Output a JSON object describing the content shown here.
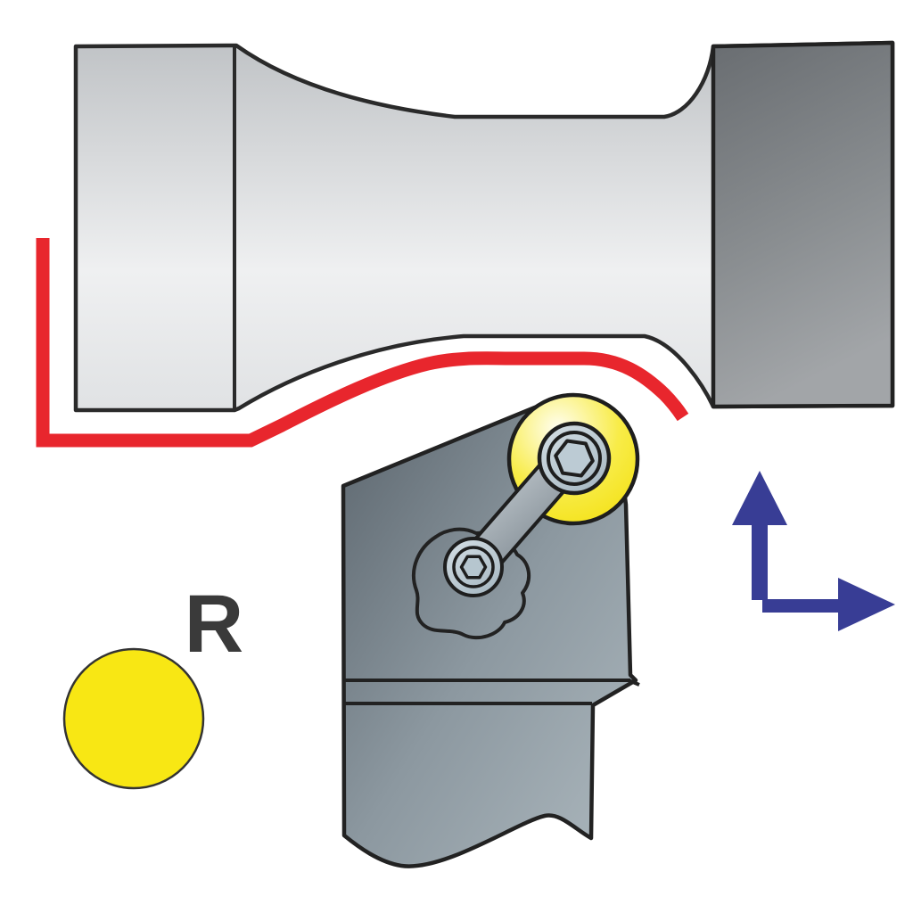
{
  "legend": {
    "label": "R"
  },
  "icons": {
    "feed_up": "up-arrow-icon",
    "feed_right": "right-arrow-icon",
    "insert_shape": "round-insert-circle",
    "screw": "hex-socket-screw-icon"
  },
  "colors": {
    "toolpath_red": "#E8262D",
    "arrow_blue": "#383D95",
    "insert_yellow": "#F2DE08",
    "legend_yellow": "#F8E714",
    "letter_gray": "#3A3A3A",
    "outline_dark": "#262626",
    "workpiece_light_gray": "#E8EAEB",
    "chuck_dark_gray": "#7A7E82",
    "holder_blue_gray": "#8C98A0",
    "screw_steel_gray": "#C6D3DB",
    "background": "#FFFFFF"
  },
  "parts": {
    "workpiece": "turned-workpiece-profile",
    "chuck": "chuck-clamping-block",
    "toolpath": "profiling-tool-path",
    "holder": "turning-tool-holder",
    "insert": "round-cutting-insert",
    "clamp": "insert-clamp-arm",
    "screw_top": "insert-clamp-screw",
    "screw_bottom": "holder-lock-screw",
    "axes": "feed-direction-arrows",
    "legend_symbol": "round-insert-legend"
  }
}
